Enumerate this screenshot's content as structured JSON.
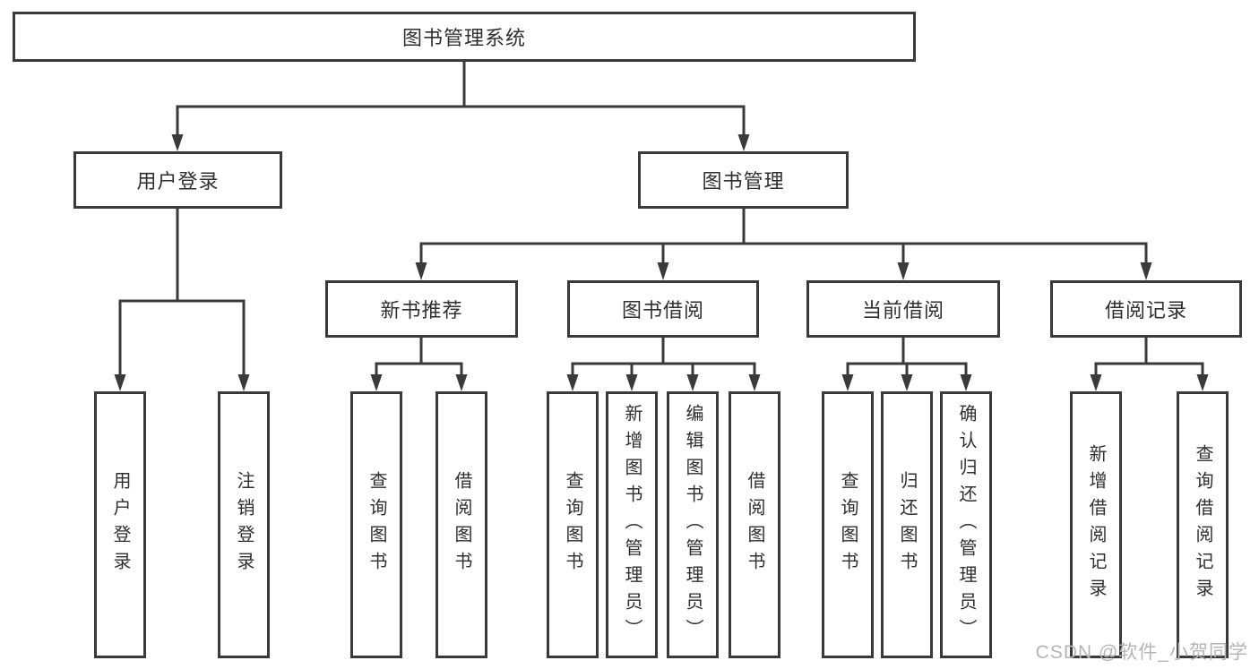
{
  "tree": {
    "root": {
      "label": "图书管理系统",
      "children": [
        {
          "label": "用户登录",
          "children": [
            {
              "label": "用户登录"
            },
            {
              "label": "注销登录"
            }
          ]
        },
        {
          "label": "图书管理",
          "children": [
            {
              "label": "新书推荐",
              "children": [
                {
                  "label": "查询图书"
                },
                {
                  "label": "借阅图书"
                }
              ]
            },
            {
              "label": "图书借阅",
              "children": [
                {
                  "label": "查询图书"
                },
                {
                  "label": "新增图书（管理员）"
                },
                {
                  "label": "编辑图书（管理员）"
                },
                {
                  "label": "借阅图书"
                }
              ]
            },
            {
              "label": "当前借阅",
              "children": [
                {
                  "label": "查询图书"
                },
                {
                  "label": "归还图书"
                },
                {
                  "label": "确认归还（管理员）"
                }
              ]
            },
            {
              "label": "借阅记录",
              "children": [
                {
                  "label": "新增借阅记录"
                },
                {
                  "label": "查询借阅记录"
                }
              ]
            }
          ]
        }
      ]
    }
  },
  "watermark": {
    "text": "CSDN @软件_小贺同学"
  },
  "colors": {
    "line": "#3a3a3a",
    "text": "#2f2f2f",
    "watermark_gray": "#b5b5b5",
    "background": "#ffffff"
  }
}
